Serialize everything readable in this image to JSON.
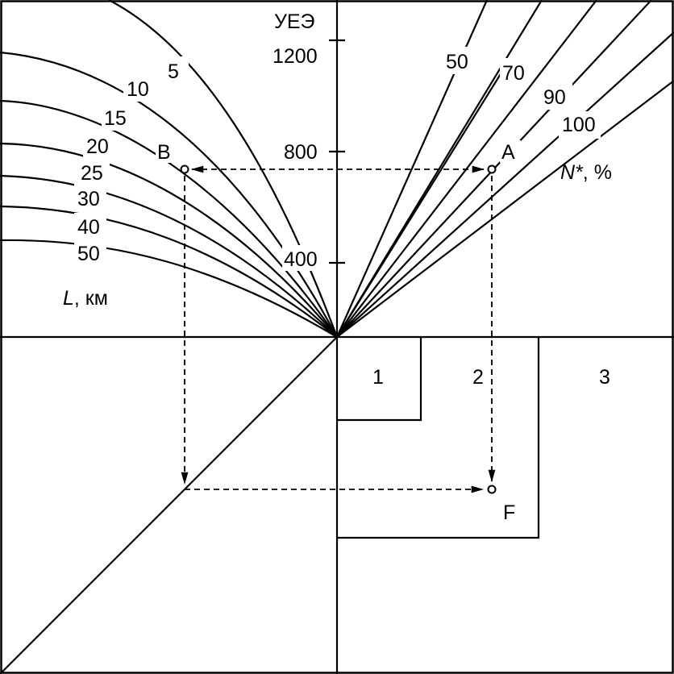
{
  "axis": {
    "y_title": "УЕЭ",
    "y_ticks": [
      "1200",
      "800",
      "400"
    ],
    "left_title_var": "L",
    "left_title_unit": ", км",
    "right_title_var": "N*",
    "right_title_unit": ", %"
  },
  "l_curves": [
    "5",
    "10",
    "15",
    "20",
    "25",
    "30",
    "40",
    "50"
  ],
  "n_lines": [
    "50",
    "70",
    "90",
    "100"
  ],
  "points": {
    "a": "A",
    "b": "B",
    "f": "F"
  },
  "zones": [
    "1",
    "2",
    "3"
  ],
  "colors": {
    "ink": "#000000",
    "background": "#ffffff"
  }
}
